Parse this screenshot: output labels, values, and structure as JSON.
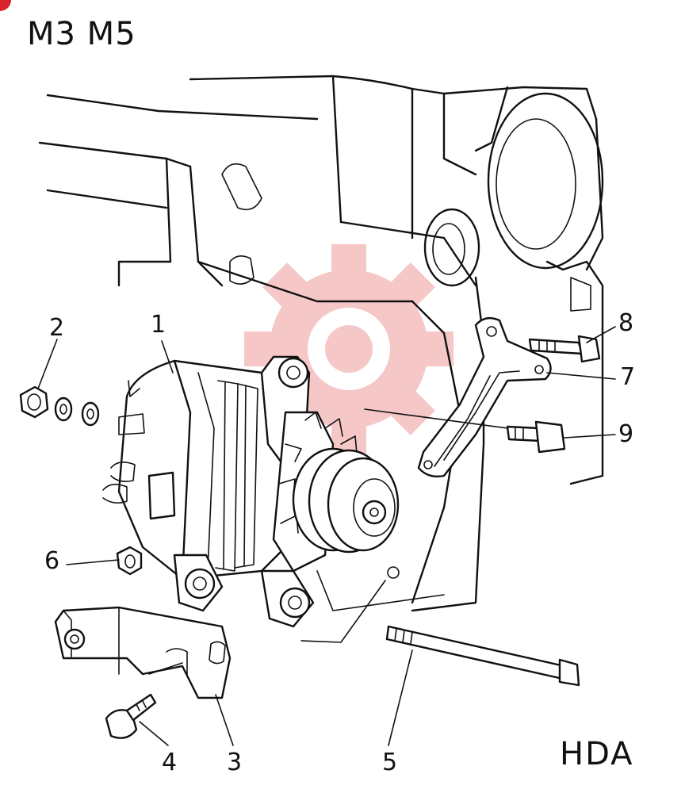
{
  "header": {
    "model": "M3 M5"
  },
  "footer": {
    "code": "HDA"
  },
  "callouts": [
    "1",
    "2",
    "3",
    "4",
    "5",
    "6",
    "7",
    "8",
    "9"
  ],
  "colors": {
    "corner_mark": "#d9242e",
    "watermark": "#e23a3a",
    "ink": "#111111"
  },
  "icons": {
    "watermark": "gear-logo-icon",
    "corner": "red-circle-icon"
  }
}
